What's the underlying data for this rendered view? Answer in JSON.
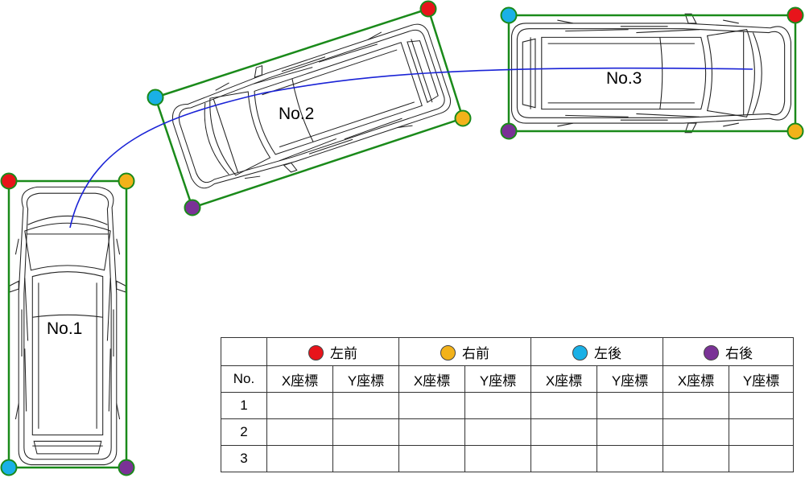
{
  "colors": {
    "left_front": "#e8141b",
    "right_front": "#f2b21a",
    "left_rear": "#1ab0e6",
    "right_rear": "#7a3296",
    "frame": "#1a8a1a",
    "path": "#1a23d6",
    "outline": "#222222"
  },
  "cars": [
    {
      "label": "No.1"
    },
    {
      "label": "No.2"
    },
    {
      "label": "No.3"
    }
  ],
  "table": {
    "corners": [
      {
        "label": "左前",
        "color_key": "left_front"
      },
      {
        "label": "右前",
        "color_key": "right_front"
      },
      {
        "label": "左後",
        "color_key": "left_rear"
      },
      {
        "label": "右後",
        "color_key": "right_rear"
      }
    ],
    "no_header": "No.",
    "x_header": "X座標",
    "y_header": "Y座標",
    "rows": [
      "1",
      "2",
      "3"
    ]
  }
}
